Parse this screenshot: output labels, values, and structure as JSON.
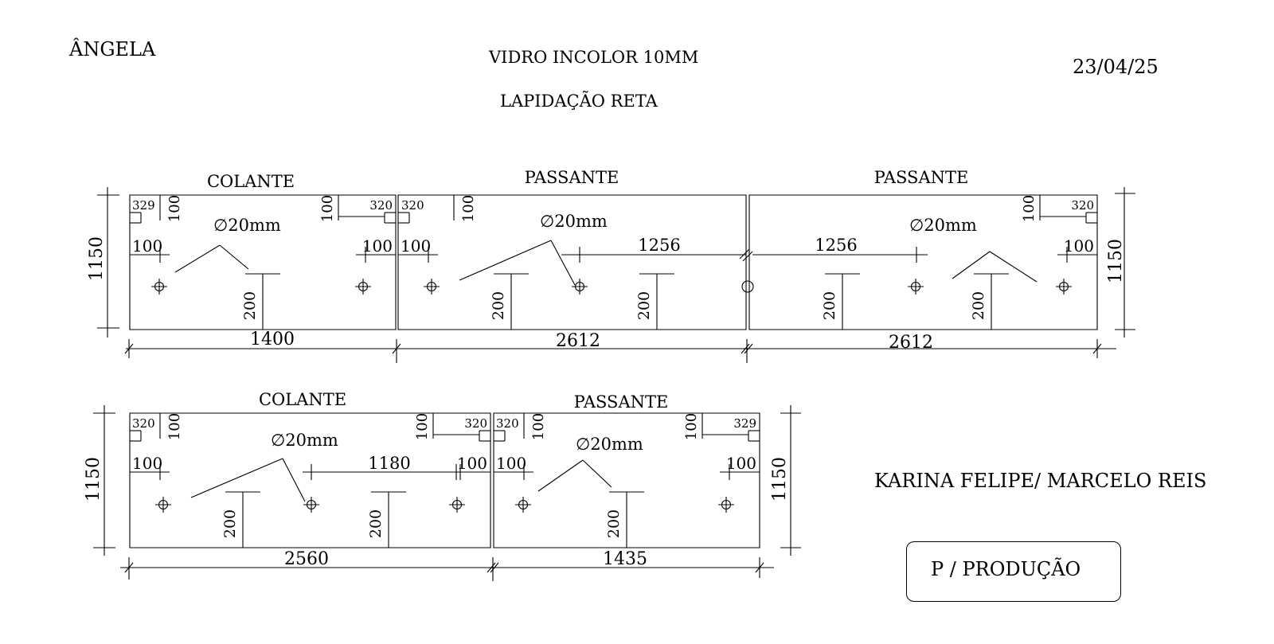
{
  "header": {
    "client": "ÂNGELA",
    "material": "VIDRO INCOLOR 10MM",
    "finish": "LAPIDAÇÃO RETA",
    "date": "23/04/25"
  },
  "customers": "KARINA FELIPE/ MARCELO REIS",
  "stamp": "P / PRODUÇÃO",
  "panels": [
    {
      "label": "COLANTE",
      "width": "1400",
      "height": "1150",
      "hole": "∅20mm",
      "corner_left": "329",
      "corner_right": "320",
      "edge_top_left": "100",
      "edge_top_right": "100",
      "side_left": "100",
      "side_right": "100",
      "bottom_dims": [
        "200"
      ],
      "holes": 2
    },
    {
      "label": "PASSANTE",
      "width": "2612",
      "height": "1150",
      "hole": "∅20mm",
      "corner_left": "320",
      "edge_top_left": "100",
      "side_left": "100",
      "between": "1256",
      "bottom_dims": [
        "200",
        "200"
      ],
      "holes": 2
    },
    {
      "label": "PASSANTE",
      "width": "2612",
      "height": "1150",
      "hole": "∅20mm",
      "corner_right": "320",
      "edge_top_right": "100",
      "side_right": "100",
      "between": "1256",
      "bottom_dims": [
        "200",
        "200"
      ],
      "holes": 2
    },
    {
      "label": "COLANTE",
      "width": "2560",
      "height": "1150",
      "hole": "∅20mm",
      "corner_left": "320",
      "corner_right": "320",
      "edge_top_left": "100",
      "edge_top_right": "100",
      "side_left": "100",
      "side_right": "100",
      "between": "1180",
      "bottom_dims": [
        "200",
        "200"
      ],
      "holes": 3
    },
    {
      "label": "PASSANTE",
      "width": "1435",
      "height": "1150",
      "hole": "∅20mm",
      "corner_left": "320",
      "corner_right": "329",
      "edge_top_left": "100",
      "edge_top_right": "100",
      "side_left": "100",
      "side_right": "100",
      "bottom_dims": [
        "200"
      ],
      "holes": 2
    }
  ]
}
